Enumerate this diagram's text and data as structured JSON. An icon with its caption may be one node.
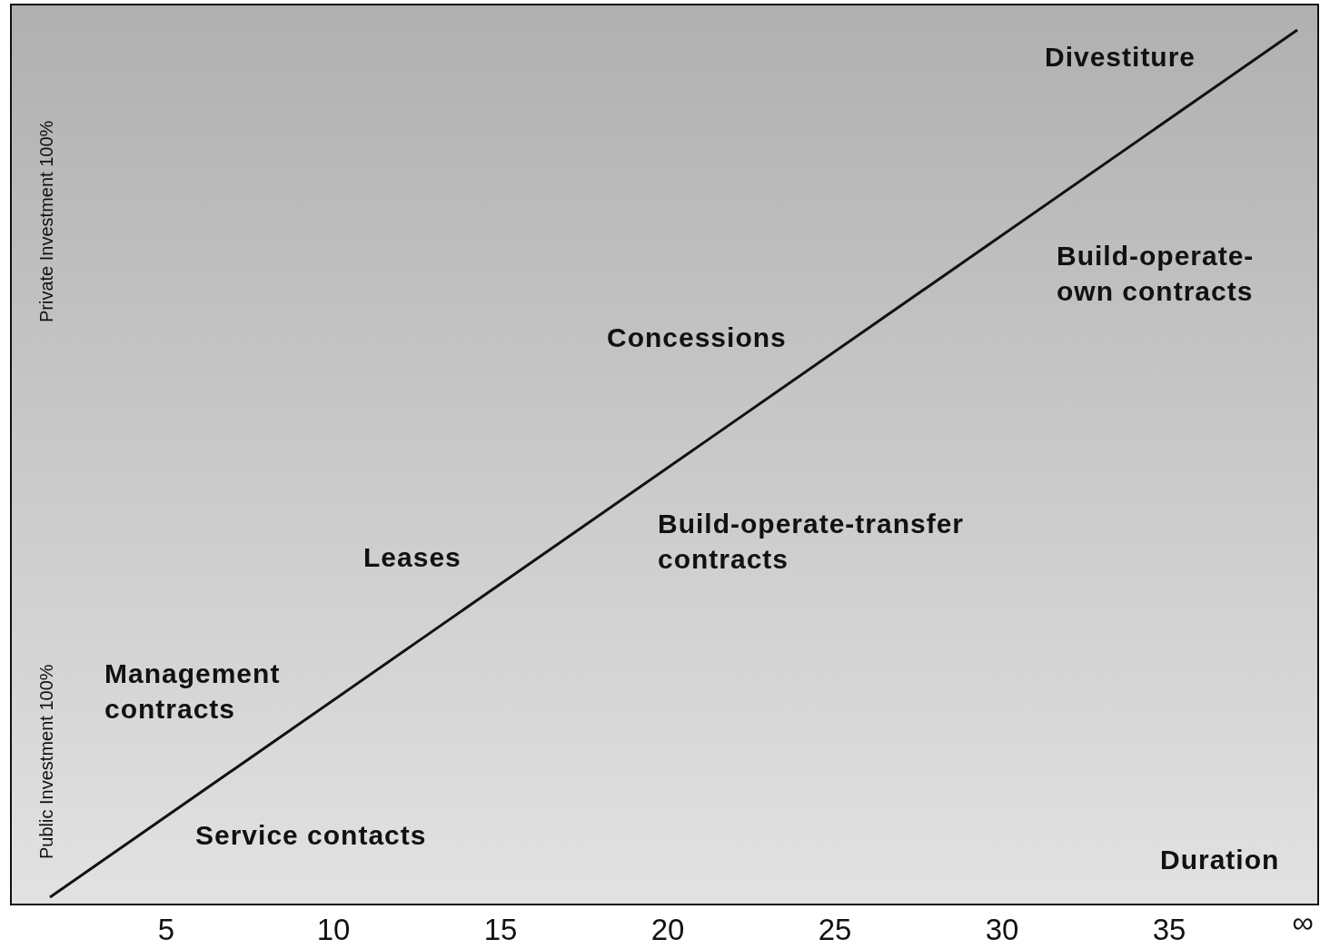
{
  "diagram": {
    "labels": [
      "Private Investment 100%",
      "Divestiture",
      "Build-operate-own contracts",
      "Concessions",
      "Leases",
      "Build-operate-transfer contracts",
      "Public Investment 100%",
      "Management contracts",
      "Service contacts",
      "Duration",
      "5",
      "10",
      "15",
      "20",
      "25",
      "30",
      "35",
      "∞"
    ]
  }
}
